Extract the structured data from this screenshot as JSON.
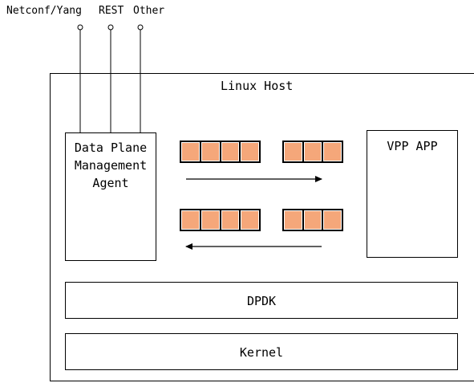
{
  "interfaces": {
    "netconf_label": "Netconf/Yang",
    "rest_label": "REST",
    "other_label": "Other"
  },
  "host": {
    "title": "Linux Host"
  },
  "agent": {
    "line1": "Data Plane",
    "line2": "Management",
    "line3": "Agent"
  },
  "vpp": {
    "title": "VPP APP"
  },
  "dpdk": {
    "label": "DPDK"
  },
  "kernel": {
    "label": "Kernel"
  },
  "colors": {
    "queue_slot": "#f5a77a",
    "stroke": "#000000"
  }
}
